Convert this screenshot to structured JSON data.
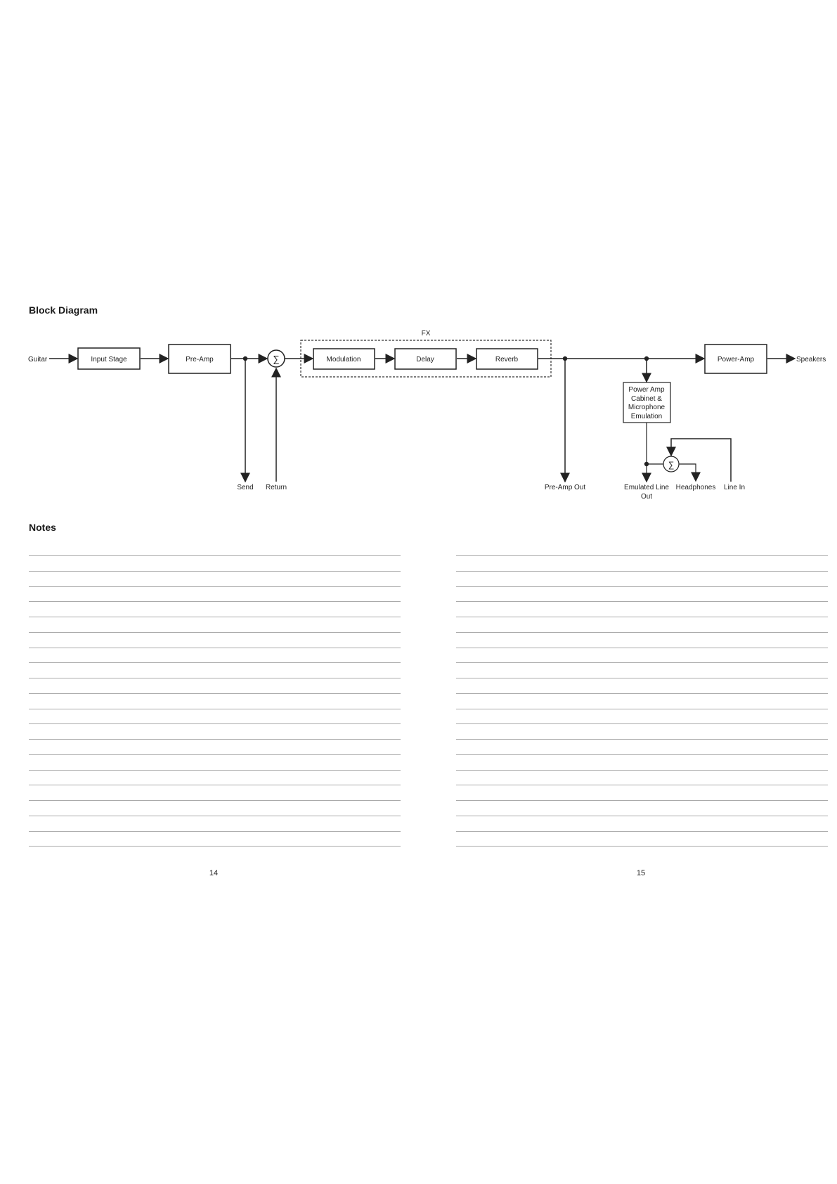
{
  "block_diagram": {
    "title": "Block Diagram",
    "fx_label": "FX",
    "blocks": {
      "input_stage": "Input Stage",
      "pre_amp": "Pre-Amp",
      "modulation": "Modulation",
      "delay": "Delay",
      "reverb": "Reverb",
      "power_amp": "Power-Amp",
      "emulation": [
        "Power Amp",
        "Cabinet &",
        "Microphone",
        "Emulation"
      ]
    },
    "sum_symbol": "∑",
    "io": {
      "guitar": "Guitar",
      "speakers": "Speakers",
      "send": "Send",
      "return": "Return",
      "pre_amp_out": "Pre-Amp Out",
      "emulated_line_out": [
        "Emulated Line",
        "Out"
      ],
      "headphones": "Headphones",
      "line_in": "Line In"
    }
  },
  "notes": {
    "title": "Notes",
    "lines_per_column": 20
  },
  "pages": {
    "left": "14",
    "right": "15"
  }
}
